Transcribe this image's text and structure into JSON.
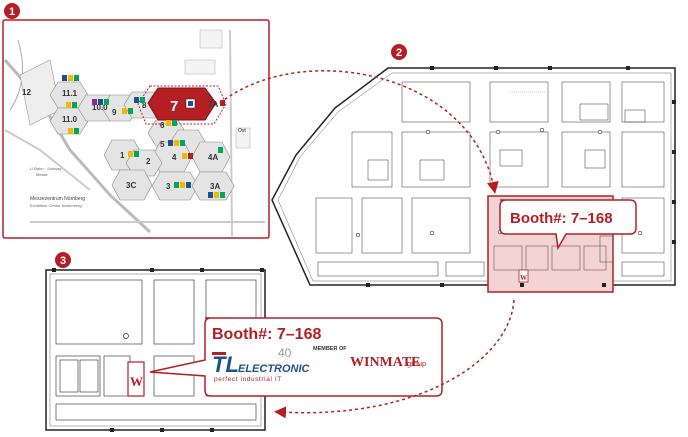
{
  "steps": [
    "1",
    "2",
    "3"
  ],
  "overview": {
    "halls": [
      "12",
      "11.1",
      "11.0",
      "10.0",
      "9",
      "8",
      "7",
      "7A",
      "6",
      "5",
      "4",
      "4A",
      "1",
      "2",
      "3C",
      "3",
      "3A"
    ],
    "labels": {
      "subway": "U-Bahn · Subway",
      "station": "Messe",
      "venue": "Messezentrum Nürnberg",
      "venue_en": "Exhibition Centre Nuremberg",
      "ost": "Ost"
    }
  },
  "booth": {
    "callout_hall": "Booth#: 7–168",
    "callout_detail": "Booth#: 7–168"
  },
  "branding": {
    "logo_mark": "TL",
    "company": "ELECTRONIC",
    "tagline": "perfect industrial IT",
    "anniversary": "40",
    "member_of": "MEMBER OF",
    "group_brand": "WINMATE",
    "group_suffix": "group"
  },
  "colors": {
    "accent": "#b51f24",
    "highlight": "#f3d4d4",
    "line": "#333333"
  }
}
